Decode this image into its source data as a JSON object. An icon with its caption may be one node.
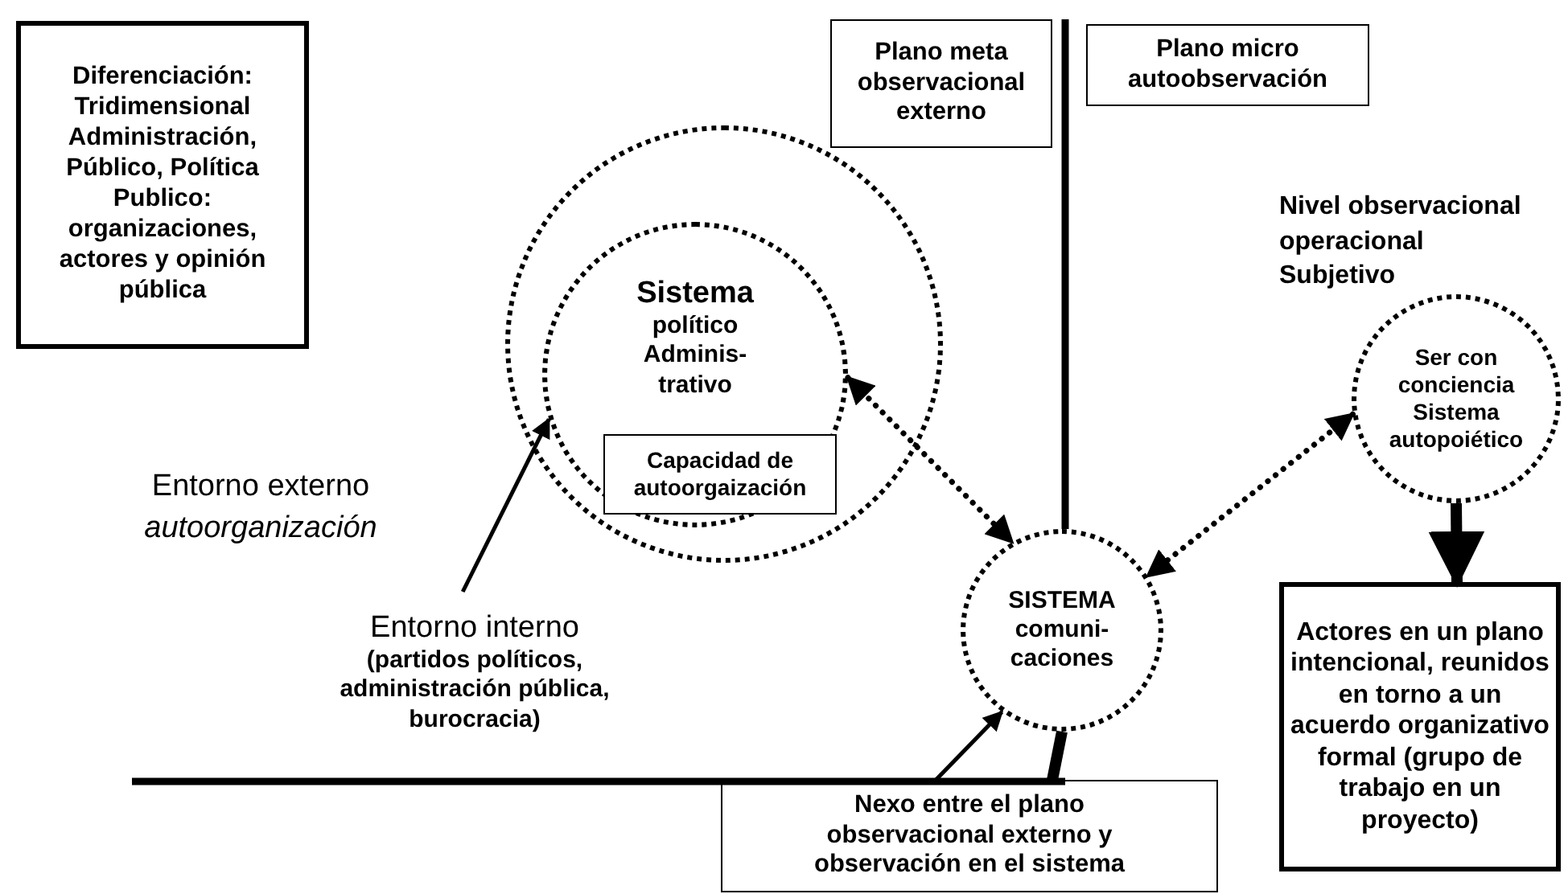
{
  "diagram": {
    "nodes": [
      {
        "text": [
          "Diferenciación: Tridimensional Administración, Público, Política Publico: organizaciones, actores y opinión pública"
        ]
      },
      {
        "text": [
          "Plano meta observacional externo"
        ]
      },
      {
        "text": [
          "Plano micro autoobservación"
        ]
      },
      {
        "text": [],
        "shape": "circle"
      },
      {
        "text": [
          "Sistema",
          "político Adminis- trativo"
        ],
        "in": 3
      },
      {
        "text": [
          "Capacidad de autoorgaización"
        ],
        "in": 4
      },
      {
        "text": [
          "Ser con conciencia Sistema autopoiético"
        ],
        "beside": [
          "Nivel observacional operacional Subjetivo"
        ]
      },
      {
        "text": [
          "Entorno interno",
          "(partidos políticos, administración pública, burocracia)"
        ]
      },
      {
        "text": [
          "SISTEMA comuni- caciones"
        ]
      },
      {
        "text": [
          "Actores en un plano intencional, reunidos en torno a un acuerdo organizativo formal (grupo de trabajo en un proyecto)"
        ]
      },
      {
        "text": [
          "Nexo entre el plano observacional externo y observación en el sistema"
        ]
      }
    ],
    "edges": [
      {
        "from": 7,
        "to": 4,
        "arrow": "to"
      },
      {
        "from": 4,
        "to": 8,
        "arrow": "both",
        "style": "dashed"
      },
      {
        "from": 6,
        "to": 8,
        "arrow": "both",
        "style": "dashed"
      },
      {
        "from": 6,
        "to": 9,
        "arrow": "to",
        "style": "thick"
      },
      {
        "from": 10,
        "to": 8,
        "arrow": "to"
      },
      {
        "from": 8,
        "to": 10,
        "arrow": "none",
        "style": "thick"
      }
    ],
    "labels": [
      "Entorno externo *autoorganización*"
    ]
  }
}
